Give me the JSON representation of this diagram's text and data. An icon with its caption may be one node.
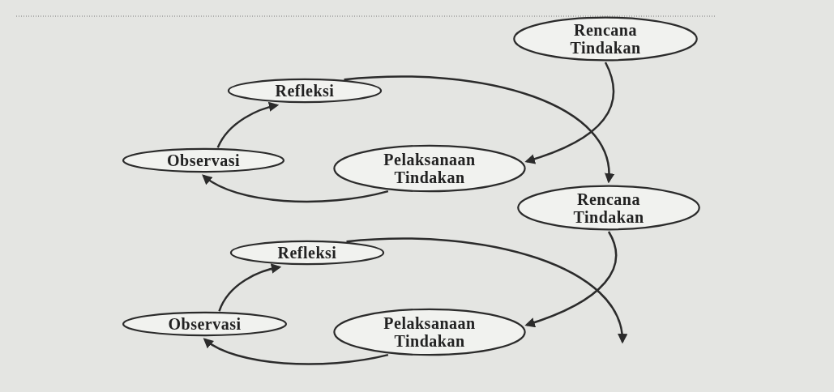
{
  "diagram": {
    "nodes": [
      {
        "text": [
          "Rencana Tindakan"
        ]
      },
      {
        "text": [
          "Refleksi"
        ]
      },
      {
        "text": [
          "Observasi"
        ]
      },
      {
        "text": [
          "Pelaksanaan Tindakan"
        ]
      },
      {
        "text": [
          "Rencana Tindakan"
        ]
      },
      {
        "text": [
          "Refleksi"
        ]
      },
      {
        "text": [
          "Observasi"
        ]
      },
      {
        "text": [
          "Pelaksanaan Tindakan"
        ]
      }
    ],
    "edges": [
      {
        "from": 0,
        "to": 3,
        "arrow": "to"
      },
      {
        "from": 3,
        "to": 2,
        "arrow": "to"
      },
      {
        "from": 2,
        "to": 1,
        "arrow": "to"
      },
      {
        "from": 1,
        "to": 4,
        "arrow": "to"
      },
      {
        "from": 4,
        "to": 7,
        "arrow": "to"
      },
      {
        "from": 7,
        "to": 6,
        "arrow": "to"
      },
      {
        "from": 6,
        "to": 5,
        "arrow": "to"
      },
      {
        "from": 5,
        "to": null,
        "arrow": "to"
      }
    ]
  }
}
